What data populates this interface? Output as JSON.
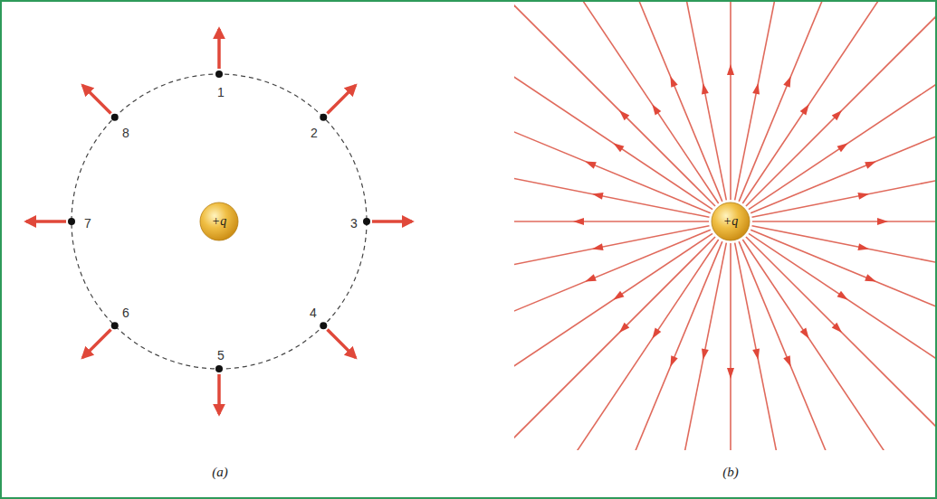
{
  "diagram": {
    "nodes": [
      {
        "text": [
          "+q"
        ]
      },
      {
        "text": [
          "+q"
        ]
      }
    ],
    "labels": [
      "1",
      "2",
      "3",
      "4",
      "5",
      "6",
      "7",
      "8",
      "(a)",
      "(b)"
    ]
  }
}
